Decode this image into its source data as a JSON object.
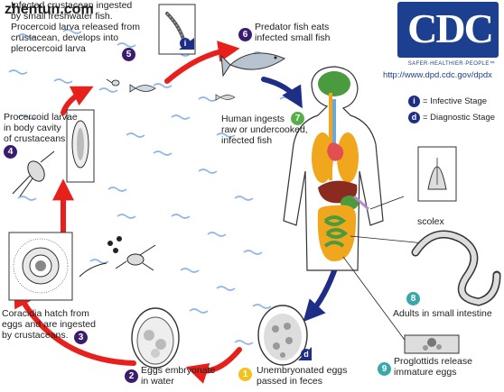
{
  "watermark": "zhentun.com",
  "logo": {
    "letters": "CDC",
    "tagline": "SAFER·HEALTHIER·PEOPLE™",
    "url": "http://www.dpd.cdc.gov/dpdx"
  },
  "legend": [
    {
      "badge": "i",
      "label": "= Infective Stage"
    },
    {
      "badge": "d",
      "label": "= Diagnostic Stage"
    }
  ],
  "stages": {
    "s1": {
      "num": "1",
      "lines": [
        "Unembryonated eggs",
        "passed in feces"
      ]
    },
    "s2": {
      "num": "2",
      "lines": [
        "Eggs embryonate",
        "in water"
      ]
    },
    "s3": {
      "num": "3",
      "lines": [
        "Coracidia hatch from",
        "eggs and are ingested",
        "by crustaceans."
      ]
    },
    "s4": {
      "num": "4",
      "lines": [
        "Procercoid larvae",
        "in body cavity",
        "of crustaceans"
      ]
    },
    "s5": {
      "num": "5",
      "lines": [
        "Infected crustacean ingested",
        "by small freshwater fish.",
        "Procercoid larva released from",
        "crustacean, develops into",
        "plerocercoid larva"
      ]
    },
    "s6": {
      "num": "6",
      "lines": [
        "Predator fish eats",
        "infected small fish"
      ]
    },
    "s7": {
      "num": "7",
      "lines": [
        "Human ingests",
        "raw or undercooked,",
        "infected fish"
      ]
    },
    "s8": {
      "num": "8",
      "lines": [
        "Adults in small intestine"
      ]
    },
    "s9": {
      "num": "9",
      "lines": [
        "Proglottids release",
        "immature eggs"
      ]
    }
  },
  "scolex": "scolex",
  "badges": {
    "infective": "i",
    "diagnostic": "d"
  },
  "colors": {
    "cycle_arrow": "#e8201c",
    "human_arrow": "#1e2d86",
    "water": "#8fb6e6",
    "cdc_blue": "#1d3f8f"
  }
}
